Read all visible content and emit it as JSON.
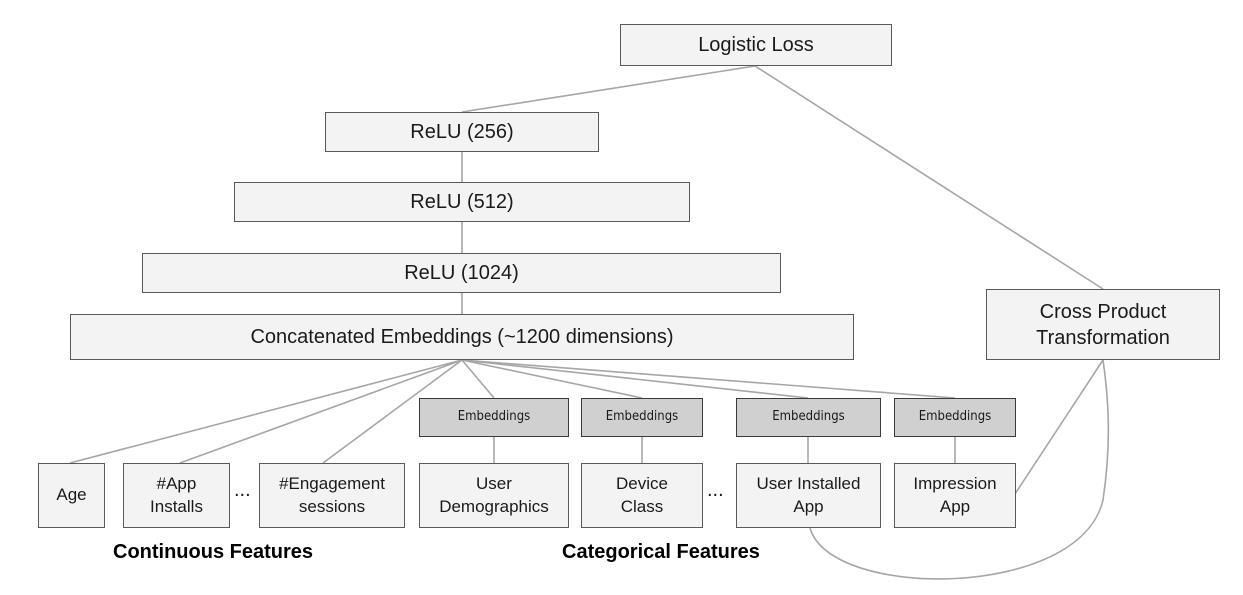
{
  "layers": {
    "logistic_loss": "Logistic Loss",
    "relu_256": "ReLU (256)",
    "relu_512": "ReLU (512)",
    "relu_1024": "ReLU (1024)",
    "concat": "Concatenated Embeddings (~1200 dimensions)",
    "cross_product": "Cross Product\nTransformation"
  },
  "continuous_features": {
    "label": "Continuous Features",
    "items": [
      "Age",
      "#App\nInstalls",
      "#Engagement\nsessions"
    ]
  },
  "categorical_features": {
    "label": "Categorical Features",
    "items": [
      "User\nDemographics",
      "Device\nClass",
      "User Installed\nApp",
      "Impression\nApp"
    ],
    "embedding_label": "Embeddings"
  },
  "ellipsis": "..."
}
